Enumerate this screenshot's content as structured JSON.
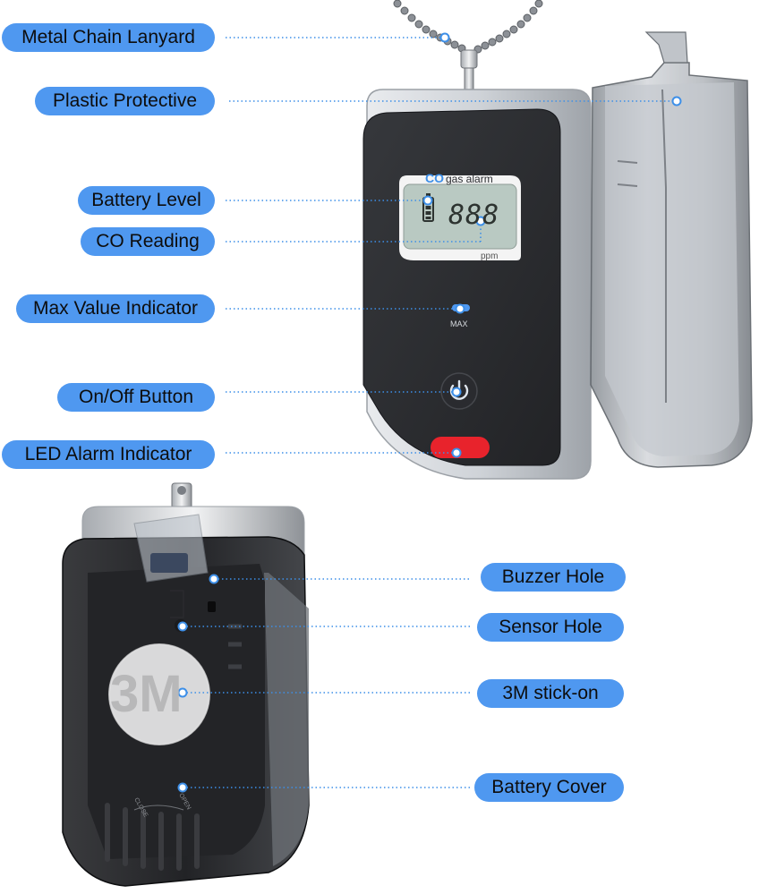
{
  "colors": {
    "label_bg": "#4f98f0",
    "dot": "#3d8fe8",
    "device_face": "#2b2d31",
    "device_shell": "#c8ccd1",
    "lcd": "#b9c9c2",
    "alarm_led": "#e8232c"
  },
  "device_front": {
    "brand_co": "CO",
    "brand_text": "gas alarm",
    "lcd_digits": "888",
    "unit": "ppm",
    "max_label": "MAX"
  },
  "device_back": {
    "sticker_text": "3M",
    "close_text": "CLOSE",
    "open_text": "OPEN"
  },
  "labels": {
    "chain": "Metal Chain Lanyard",
    "protective": "Plastic Protective",
    "battery_level": "Battery Level",
    "co_reading": "CO Reading",
    "max_indicator": "Max Value Indicator",
    "onoff": "On/Off Button",
    "led_alarm": "LED Alarm Indicator",
    "buzzer": "Buzzer Hole",
    "sensor": "Sensor Hole",
    "stick_on": "3M stick-on",
    "battery_cover": "Battery Cover"
  }
}
